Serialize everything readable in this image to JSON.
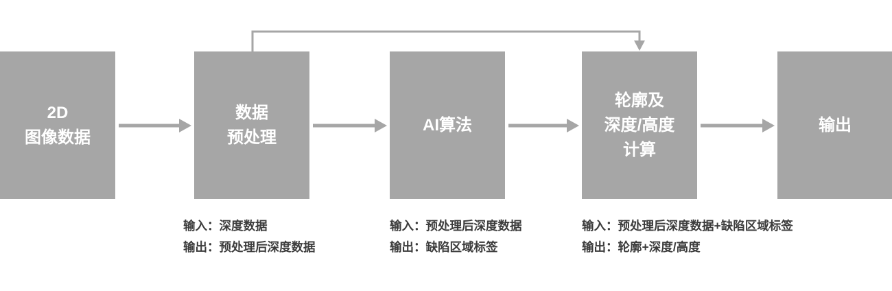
{
  "colors": {
    "box_fill": "#a6a6a6",
    "box_text": "#ffffff",
    "arrow": "#a6a6a6",
    "annotation_text": "#3c3c3c",
    "background": "#ffffff"
  },
  "diagram": {
    "type": "flowchart",
    "direction": "left-to-right"
  },
  "nodes": [
    {
      "id": "2d-image-data",
      "label": "2D\n图像数据"
    },
    {
      "id": "data-preprocessing",
      "label": "数据\n预处理"
    },
    {
      "id": "ai-algorithm",
      "label": "AI算法"
    },
    {
      "id": "contour-depth-height-calc",
      "label": "轮廓及\n深度/高度\n计算"
    },
    {
      "id": "output",
      "label": "输出"
    }
  ],
  "edges": [
    {
      "from": "2d-image-data",
      "to": "data-preprocessing",
      "style": "straight"
    },
    {
      "from": "data-preprocessing",
      "to": "ai-algorithm",
      "style": "straight"
    },
    {
      "from": "ai-algorithm",
      "to": "contour-depth-height-calc",
      "style": "straight"
    },
    {
      "from": "contour-depth-height-calc",
      "to": "output",
      "style": "straight"
    },
    {
      "from": "data-preprocessing",
      "to": "contour-depth-height-calc",
      "style": "elbow-over-top"
    }
  ],
  "annotations": [
    {
      "attached_to": "data-preprocessing",
      "input": "输入：深度数据",
      "output": "输出：预处理后深度数据"
    },
    {
      "attached_to": "ai-algorithm",
      "input": "输入：预处理后深度数据",
      "output": "输出：缺陷区域标签"
    },
    {
      "attached_to": "contour-depth-height-calc",
      "input": "输入：预处理后深度数据+缺陷区域标签",
      "output": "输出：轮廓+深度/高度"
    }
  ]
}
